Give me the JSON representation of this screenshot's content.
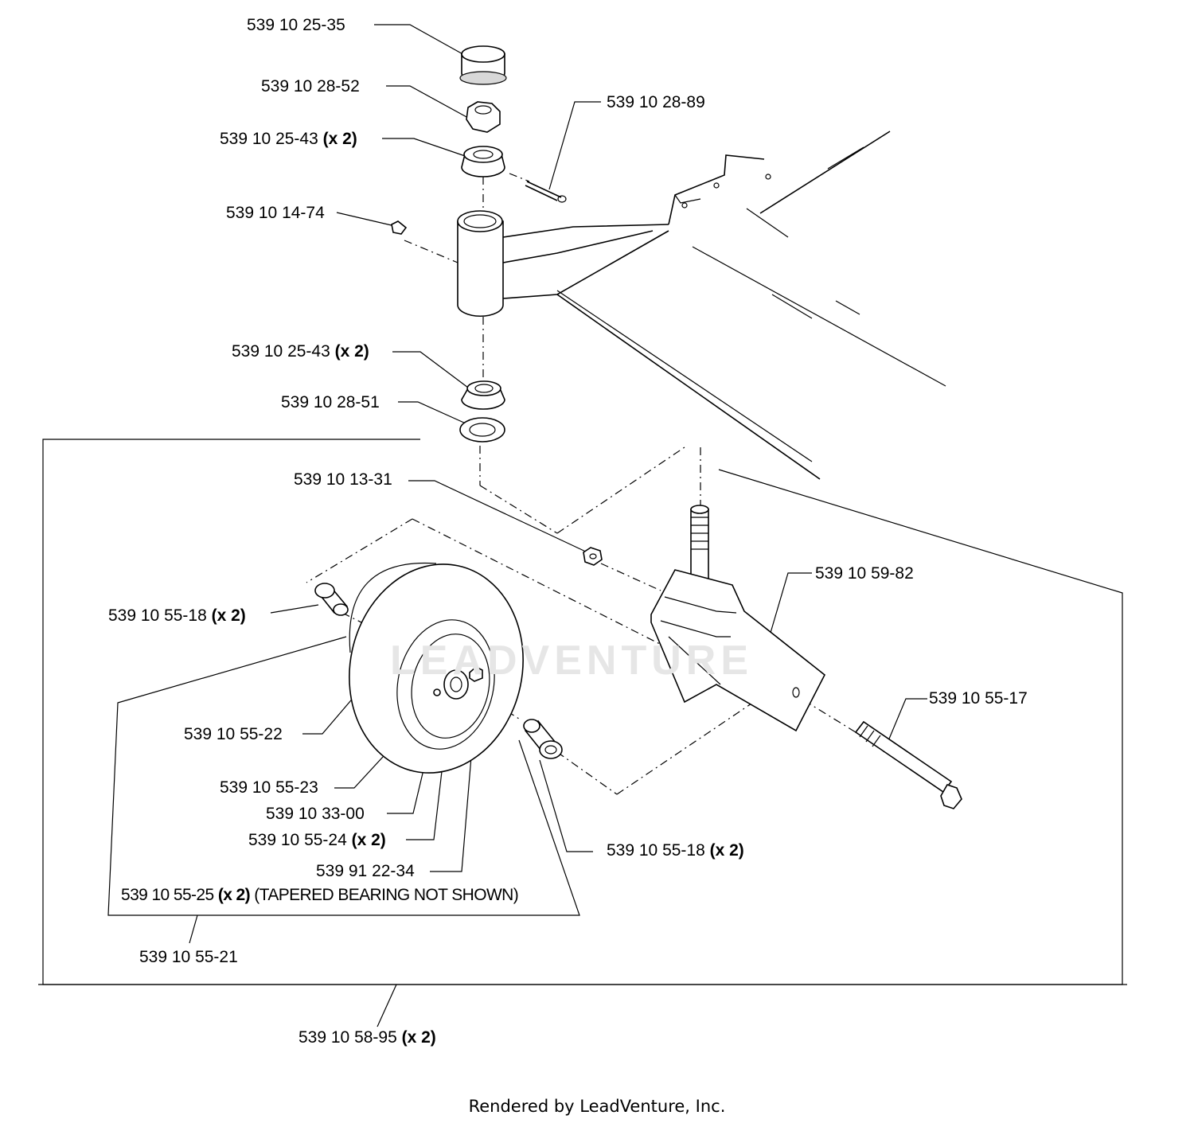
{
  "watermark": "LEADVENTURE",
  "footer": "Rendered by LeadVenture, Inc.",
  "callouts": [
    {
      "id": "c01",
      "part": "539 10 25-35",
      "qty": ""
    },
    {
      "id": "c02",
      "part": "539 10 28-52",
      "qty": ""
    },
    {
      "id": "c03",
      "part": "539 10 25-43",
      "qty": "(x 2)"
    },
    {
      "id": "c04",
      "part": "539 10 28-89",
      "qty": ""
    },
    {
      "id": "c05",
      "part": "539 10 14-74",
      "qty": ""
    },
    {
      "id": "c06",
      "part": "539 10 25-43",
      "qty": "(x 2)"
    },
    {
      "id": "c07",
      "part": "539 10 28-51",
      "qty": ""
    },
    {
      "id": "c08",
      "part": "539 10 13-31",
      "qty": ""
    },
    {
      "id": "c09",
      "part": "539 10 59-82",
      "qty": ""
    },
    {
      "id": "c10",
      "part": "539 10 55-18",
      "qty": "(x 2)"
    },
    {
      "id": "c11",
      "part": "539 10 55-17",
      "qty": ""
    },
    {
      "id": "c12",
      "part": "539 10 55-22",
      "qty": ""
    },
    {
      "id": "c13",
      "part": "539 10 55-23",
      "qty": ""
    },
    {
      "id": "c14",
      "part": "539 10 33-00",
      "qty": ""
    },
    {
      "id": "c15",
      "part": "539 10 55-24",
      "qty": "(x 2)"
    },
    {
      "id": "c16",
      "part": "539 10 55-18",
      "qty": "(x 2)"
    },
    {
      "id": "c17",
      "part": "539 91 22-34",
      "qty": ""
    },
    {
      "id": "c18",
      "part": "539 10 55-25",
      "qty": "(x 2)",
      "note": "(TAPERED BEARING NOT SHOWN)"
    },
    {
      "id": "c19",
      "part": "539 10 55-21",
      "qty": ""
    },
    {
      "id": "c20",
      "part": "539 10 58-95",
      "qty": "(x 2)"
    }
  ]
}
